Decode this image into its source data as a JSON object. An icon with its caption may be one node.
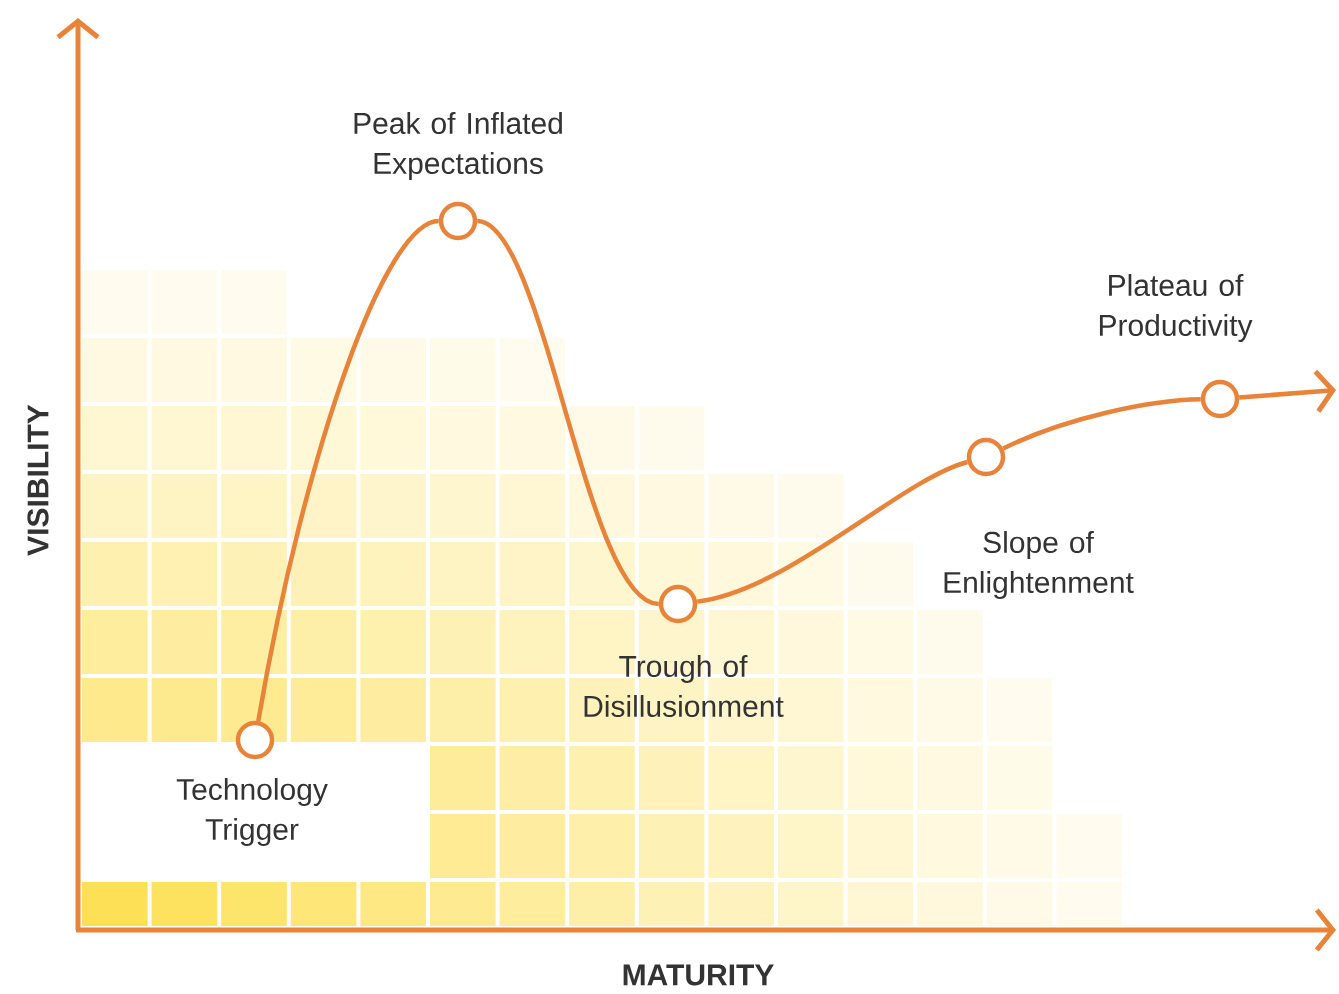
{
  "diagram": {
    "nodes": [
      {
        "text": [],
        "shape": "circle",
        "beside": [
          "Technology Trigger"
        ]
      },
      {
        "text": [],
        "shape": "circle",
        "beside": [
          "Peak of Inflated Expectations"
        ]
      },
      {
        "text": [],
        "shape": "circle",
        "beside": [
          "Trough of Disillusionment"
        ]
      },
      {
        "text": [],
        "shape": "circle",
        "beside": [
          "Slope of Enlightenment"
        ]
      },
      {
        "text": [],
        "shape": "circle",
        "beside": [
          "Plateau of Productivity"
        ]
      }
    ],
    "edges": [
      {
        "from": 0,
        "to": 1,
        "arrow": "none"
      },
      {
        "from": 1,
        "to": 2,
        "arrow": "none"
      },
      {
        "from": 2,
        "to": 3,
        "arrow": "none"
      },
      {
        "from": 3,
        "to": 4,
        "arrow": "none"
      },
      {
        "from": 4,
        "to": null,
        "arrow": "to"
      }
    ],
    "labels": [
      "VISIBILITY",
      "MATURITY"
    ]
  }
}
